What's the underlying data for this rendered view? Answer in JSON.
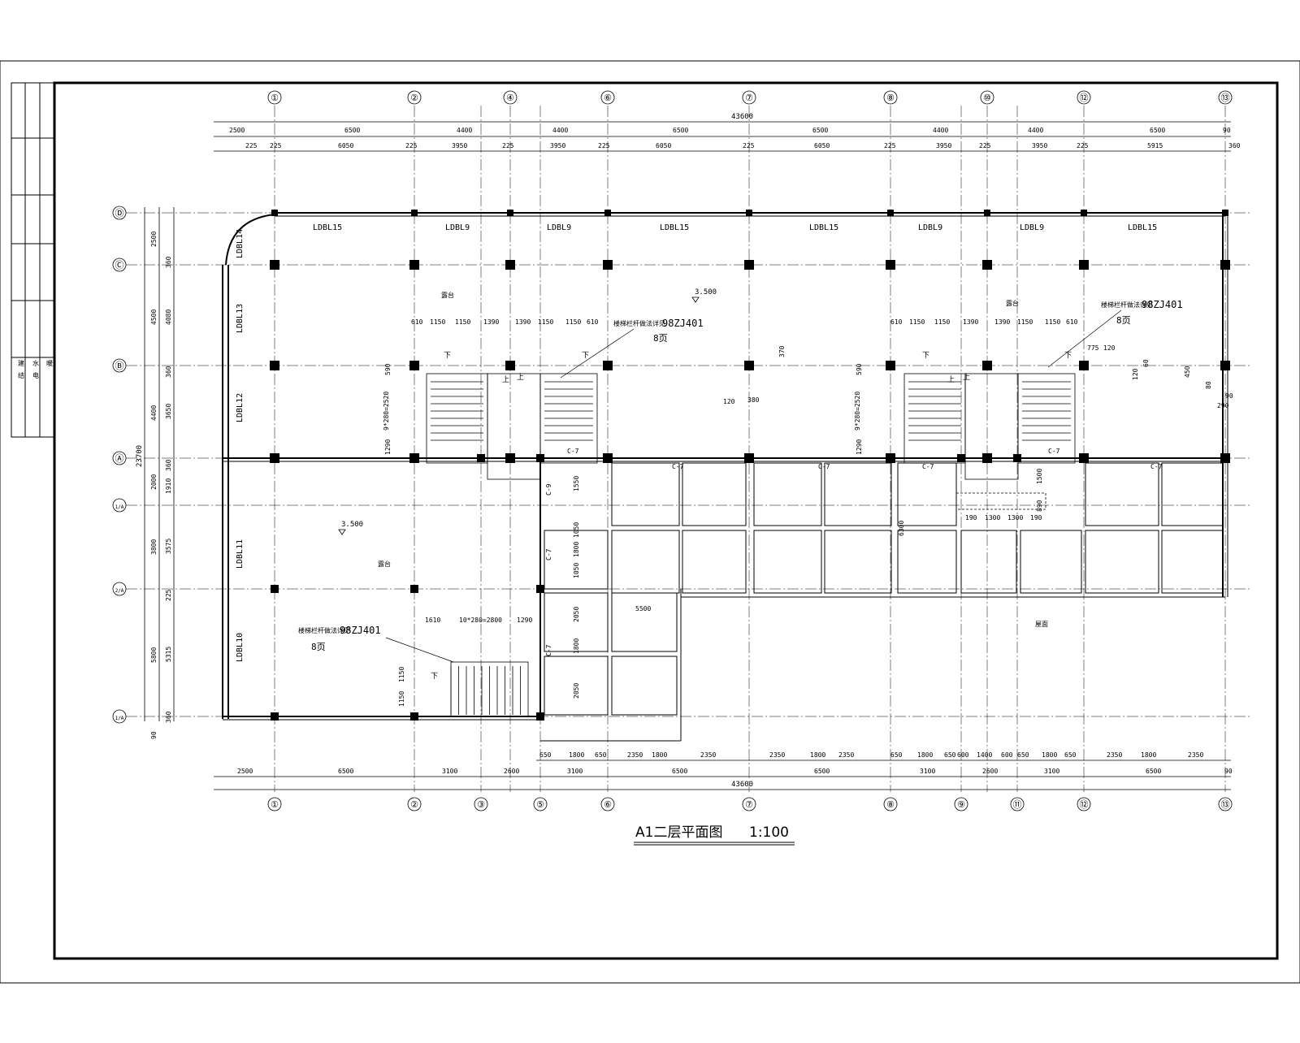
{
  "drawing": {
    "title": "A1二层平面图",
    "scale": "1:100",
    "total_length": "43600",
    "total_width": "23700"
  },
  "title_block": {
    "cells": [
      "建",
      "结",
      "水",
      "电",
      "暖"
    ]
  },
  "axes_top": [
    "①",
    "②",
    "④",
    "⑥",
    "⑦",
    "⑧",
    "⑩",
    "⑫",
    "⑬"
  ],
  "axes_bottom": [
    "①",
    "②",
    "③",
    "⑤",
    "⑥",
    "⑦",
    "⑧",
    "⑨",
    "⑪",
    "⑫",
    "⑬"
  ],
  "axes_left": [
    "Ⓓ",
    "Ⓒ",
    "Ⓑ",
    "Ⓐ",
    "1/A",
    "2/A",
    "1/A"
  ],
  "dims_top_row1": [
    "2500",
    "6500",
    "4400",
    "4400",
    "6500",
    "6500",
    "4400",
    "4400",
    "6500",
    "90"
  ],
  "dims_top_row2": [
    "225",
    "225",
    "6050",
    "225",
    "3950",
    "225",
    "3950",
    "225",
    "6050",
    "225",
    "6050",
    "225",
    "3950",
    "225",
    "3950",
    "225",
    "5915",
    "360"
  ],
  "dims_bottom_row1": [
    "650",
    "1800",
    "650",
    "2350",
    "1800",
    "2350",
    "2350",
    "1800",
    "2350",
    "650",
    "1800",
    "650",
    "600",
    "1400",
    "600",
    "650",
    "1800",
    "650",
    "2350",
    "1800",
    "2350"
  ],
  "dims_bottom_row2": [
    "2500",
    "6500",
    "3100",
    "2600",
    "3100",
    "6500",
    "6500",
    "3100",
    "2600",
    "3100",
    "6500",
    "90"
  ],
  "dims_left_outer": [
    "2500",
    "4500",
    "4400",
    "2000",
    "3800",
    "5800",
    "90"
  ],
  "dims_left_inner": [
    "360",
    "4080",
    "360",
    "3650",
    "360",
    "1910",
    "3575",
    "225",
    "5315",
    "360"
  ],
  "beams": [
    "LDBL15",
    "LDBL9",
    "LDBL9",
    "LDBL15",
    "LDBL15",
    "LDBL9",
    "LDBL9",
    "LDBL15"
  ],
  "beams_side": [
    "LDBL14",
    "LDBL13",
    "LDBL12",
    "LDBL11",
    "LDBL10"
  ],
  "windows": [
    "C-7",
    "C-7",
    "C-7",
    "C-9",
    "C-7",
    "C-7",
    "C-7",
    "C-7",
    "C-7"
  ],
  "elevations": [
    "3.500",
    "3.500"
  ],
  "room_labels": [
    "露台",
    "露台",
    "露台",
    "屋面"
  ],
  "notes": {
    "stair_ref": "楼梯栏杆做法详见",
    "stair_code": "98ZJ401",
    "stair_page": "8页"
  },
  "stair_dims": {
    "a": [
      "610",
      "1150",
      "1150",
      "1390",
      "1390",
      "1150",
      "1150",
      "610"
    ],
    "b": [
      "590",
      "9*280=2520",
      "1290"
    ],
    "c": [
      "1610",
      "10*280=2800",
      "1290"
    ],
    "up": "上",
    "down": "下"
  },
  "misc": [
    "1550",
    "1050",
    "1800",
    "1050",
    "2050",
    "1800",
    "2050",
    "1150",
    "1150",
    "5500",
    "6300",
    "1500",
    "890",
    "190",
    "1300",
    "1300",
    "190",
    "120",
    "380",
    "775",
    "120",
    "450",
    "370",
    "120",
    "60",
    "80",
    "290",
    "90"
  ]
}
